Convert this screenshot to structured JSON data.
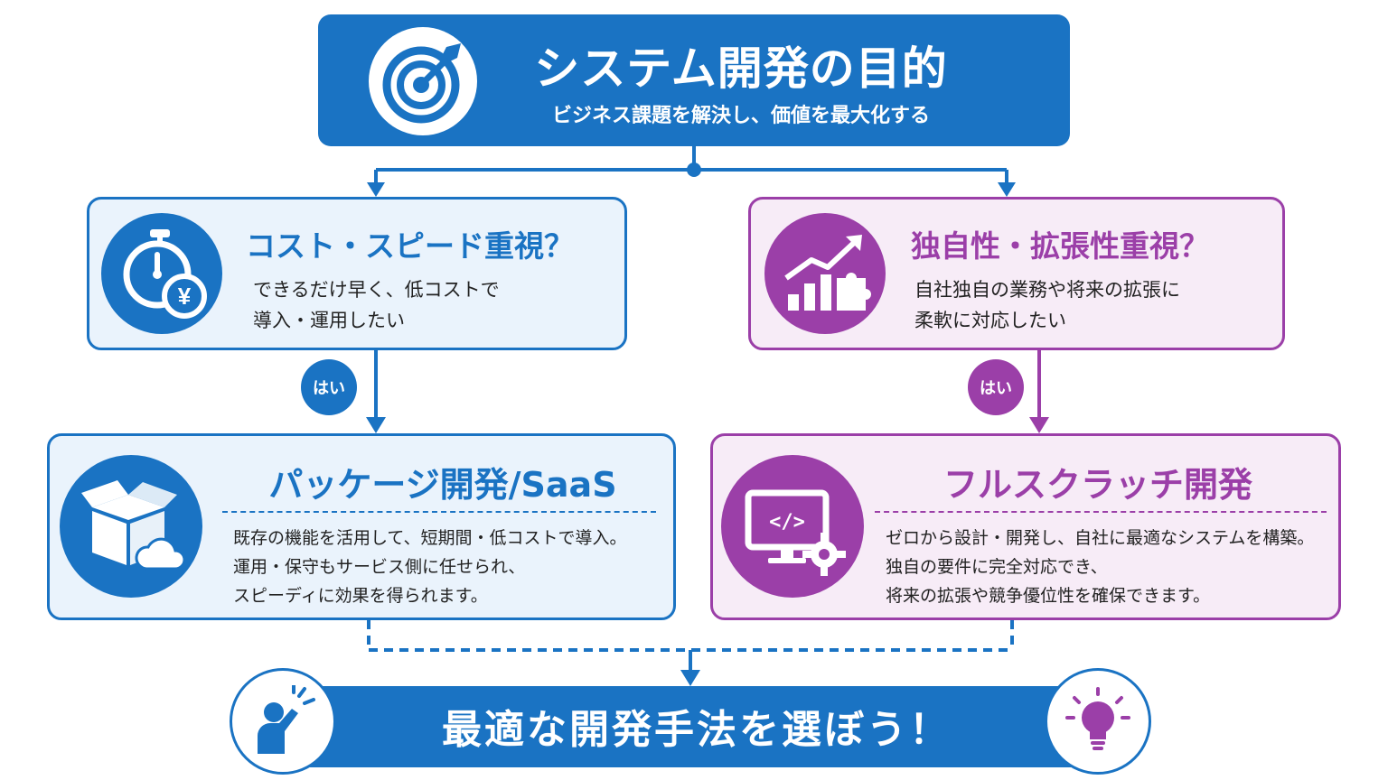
{
  "colors": {
    "blue": "#1a73c3",
    "purple": "#9b3fa8",
    "light_blue": "#eaf3fc",
    "light_purple": "#f7ecf7"
  },
  "top": {
    "title": "システム開発の目的",
    "subtitle": "ビジネス課題を解決し、価値を最大化する",
    "icon": "target-icon"
  },
  "left_question": {
    "title": "コスト・スピード重視？",
    "lines": [
      "できるだけ早く、低コストで",
      "導入・運用したい"
    ],
    "icon": "stopwatch-yen-icon"
  },
  "right_question": {
    "title": "独自性・拡張性重視？",
    "lines": [
      "自社独自の業務や将来の拡張に",
      "柔軟に対応したい"
    ],
    "icon": "growth-chart-puzzle-icon"
  },
  "yes_left": "はい",
  "yes_right": "はい",
  "left_result": {
    "title": "パッケージ開発/SaaS",
    "lines": [
      "既存の機能を活用して、短期間・低コストで導入。",
      "運用・保守もサービス側に任せられ、",
      "スピーディに効果を得られます。"
    ],
    "icon": "box-cloud-icon"
  },
  "right_result": {
    "title": "フルスクラッチ開発",
    "lines": [
      "ゼロから設計・開発し、自社に最適なシステムを構築。",
      "独自の要件に完全対応でき、",
      "将来の拡張や競争優位性を確保できます。"
    ],
    "icon": "monitor-code-gear-icon"
  },
  "bottom": {
    "text": "最適な開発手法を選ぼう！",
    "left_icon": "person-idea-icon",
    "right_icon": "lightbulb-icon"
  }
}
